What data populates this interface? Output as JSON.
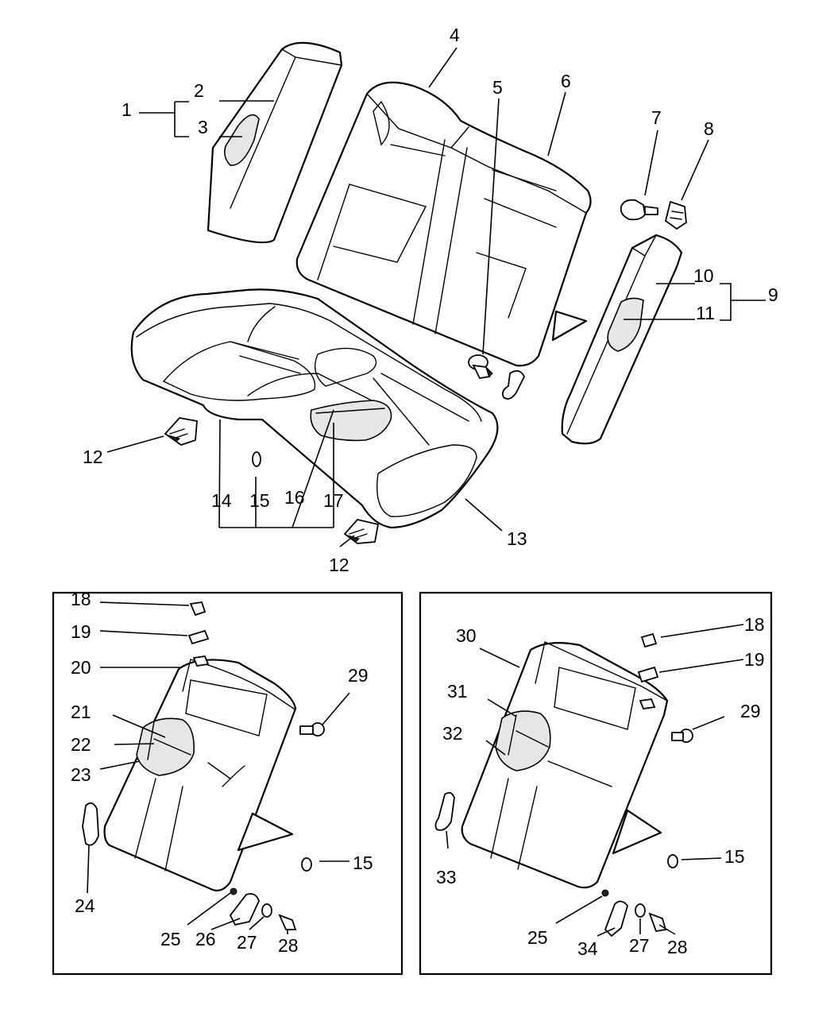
{
  "diagram": {
    "labels": {
      "l1": "1",
      "l2": "2",
      "l3": "3",
      "l4": "4",
      "l5": "5",
      "l6": "6",
      "l7": "7",
      "l8": "8",
      "l9": "9",
      "l10": "10",
      "l11": "11",
      "l12a": "12",
      "l12b": "12",
      "l13": "13",
      "l14": "14",
      "l15": "15",
      "l16": "16",
      "l17": "17",
      "p1_18": "18",
      "p1_19": "19",
      "p1_20": "20",
      "p1_21": "21",
      "p1_22": "22",
      "p1_23": "23",
      "p1_24": "24",
      "p1_25": "25",
      "p1_26": "26",
      "p1_27": "27",
      "p1_28": "28",
      "p1_29": "29",
      "p1_15": "15",
      "p2_30": "30",
      "p2_31": "31",
      "p2_32": "32",
      "p2_33": "33",
      "p2_18": "18",
      "p2_19": "19",
      "p2_29": "29",
      "p2_15": "15",
      "p2_25": "25",
      "p2_34": "34",
      "p2_27": "27",
      "p2_28": "28"
    }
  }
}
